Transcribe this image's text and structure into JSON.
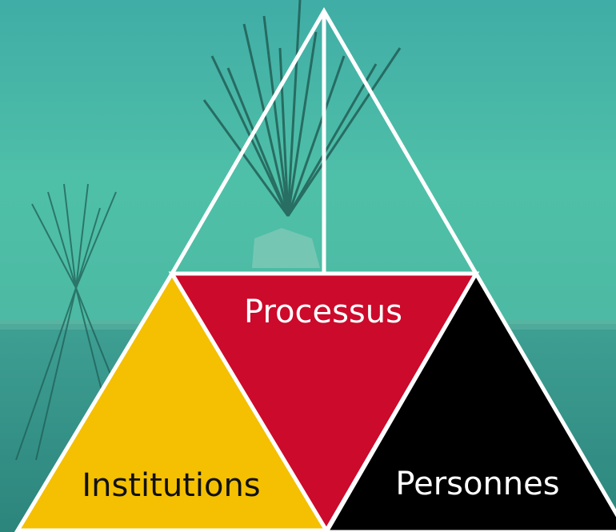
{
  "diagram": {
    "top_triangle": {
      "label": "",
      "fill": "none",
      "stroke": "#ffffff"
    },
    "center_triangle": {
      "label": "Processus",
      "fill": "#cc0a2b",
      "text_color": "#ffffff"
    },
    "left_triangle": {
      "label": "Institutions",
      "fill": "#f4c001",
      "text_color": "#111111"
    },
    "right_triangle": {
      "label": "Personnes",
      "fill": "#000000",
      "text_color": "#ffffff"
    }
  },
  "background": {
    "sky_color": "#41b3a9",
    "ground_color": "#2f8e84",
    "tipi_color": "#1f5a52"
  }
}
